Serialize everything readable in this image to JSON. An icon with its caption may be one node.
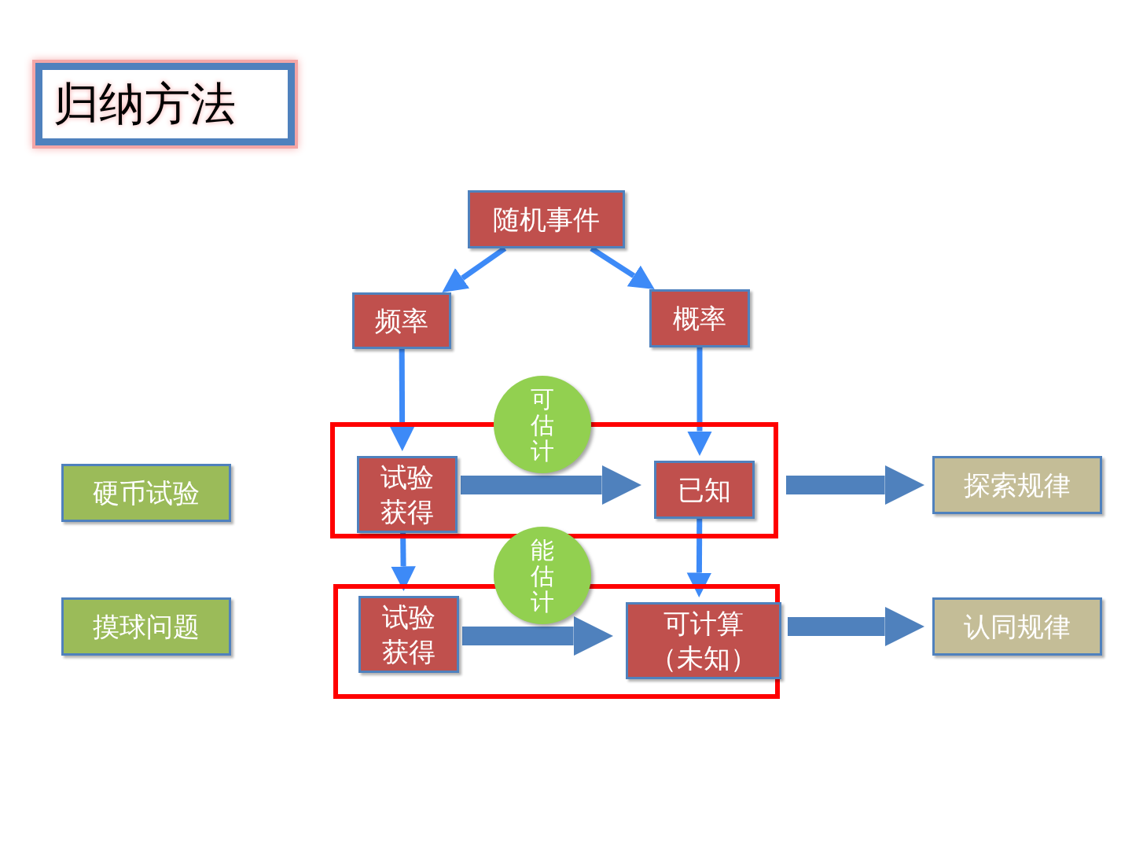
{
  "diagram": {
    "nodes": [
      {
        "text": [
          "归纳方法"
        ]
      },
      {
        "text": [
          "随机事件"
        ]
      },
      {
        "text": [
          "频率"
        ]
      },
      {
        "text": [
          "概率"
        ]
      },
      {
        "text": [
          "可估计"
        ]
      },
      {
        "text": [],
        "shape": "box"
      },
      {
        "text": [
          "硬币试验"
        ]
      },
      {
        "text": [
          "试验获得"
        ],
        "in": 5
      },
      {
        "text": [
          "已知"
        ],
        "in": 5
      },
      {
        "text": [
          "探索规律"
        ]
      },
      {
        "text": [
          "能估计"
        ]
      },
      {
        "text": [],
        "shape": "box"
      },
      {
        "text": [
          "摸球问题"
        ]
      },
      {
        "text": [
          "试验获得"
        ],
        "in": 11
      },
      {
        "text": [
          "可计算（未知）"
        ],
        "in": 11
      },
      {
        "text": [
          "认同规律"
        ]
      }
    ],
    "edges": [
      {
        "from": 1,
        "to": 2,
        "arrow": "to"
      },
      {
        "from": 1,
        "to": 3,
        "arrow": "to"
      },
      {
        "from": 2,
        "to": 7,
        "arrow": "to"
      },
      {
        "from": 3,
        "to": 8,
        "arrow": "to"
      },
      {
        "from": 7,
        "to": 8,
        "arrow": "to",
        "style": "thick",
        "color": "#4f81bd"
      },
      {
        "from": 5,
        "to": 9,
        "arrow": "to",
        "style": "thick",
        "color": "#4f81bd"
      },
      {
        "from": 7,
        "to": 13,
        "arrow": "to"
      },
      {
        "from": 8,
        "to": 14,
        "arrow": "to"
      },
      {
        "from": 13,
        "to": 14,
        "arrow": "to",
        "style": "thick",
        "color": "#4f81bd"
      },
      {
        "from": 11,
        "to": 15,
        "arrow": "to",
        "style": "thick",
        "color": "#4f81bd"
      }
    ]
  }
}
